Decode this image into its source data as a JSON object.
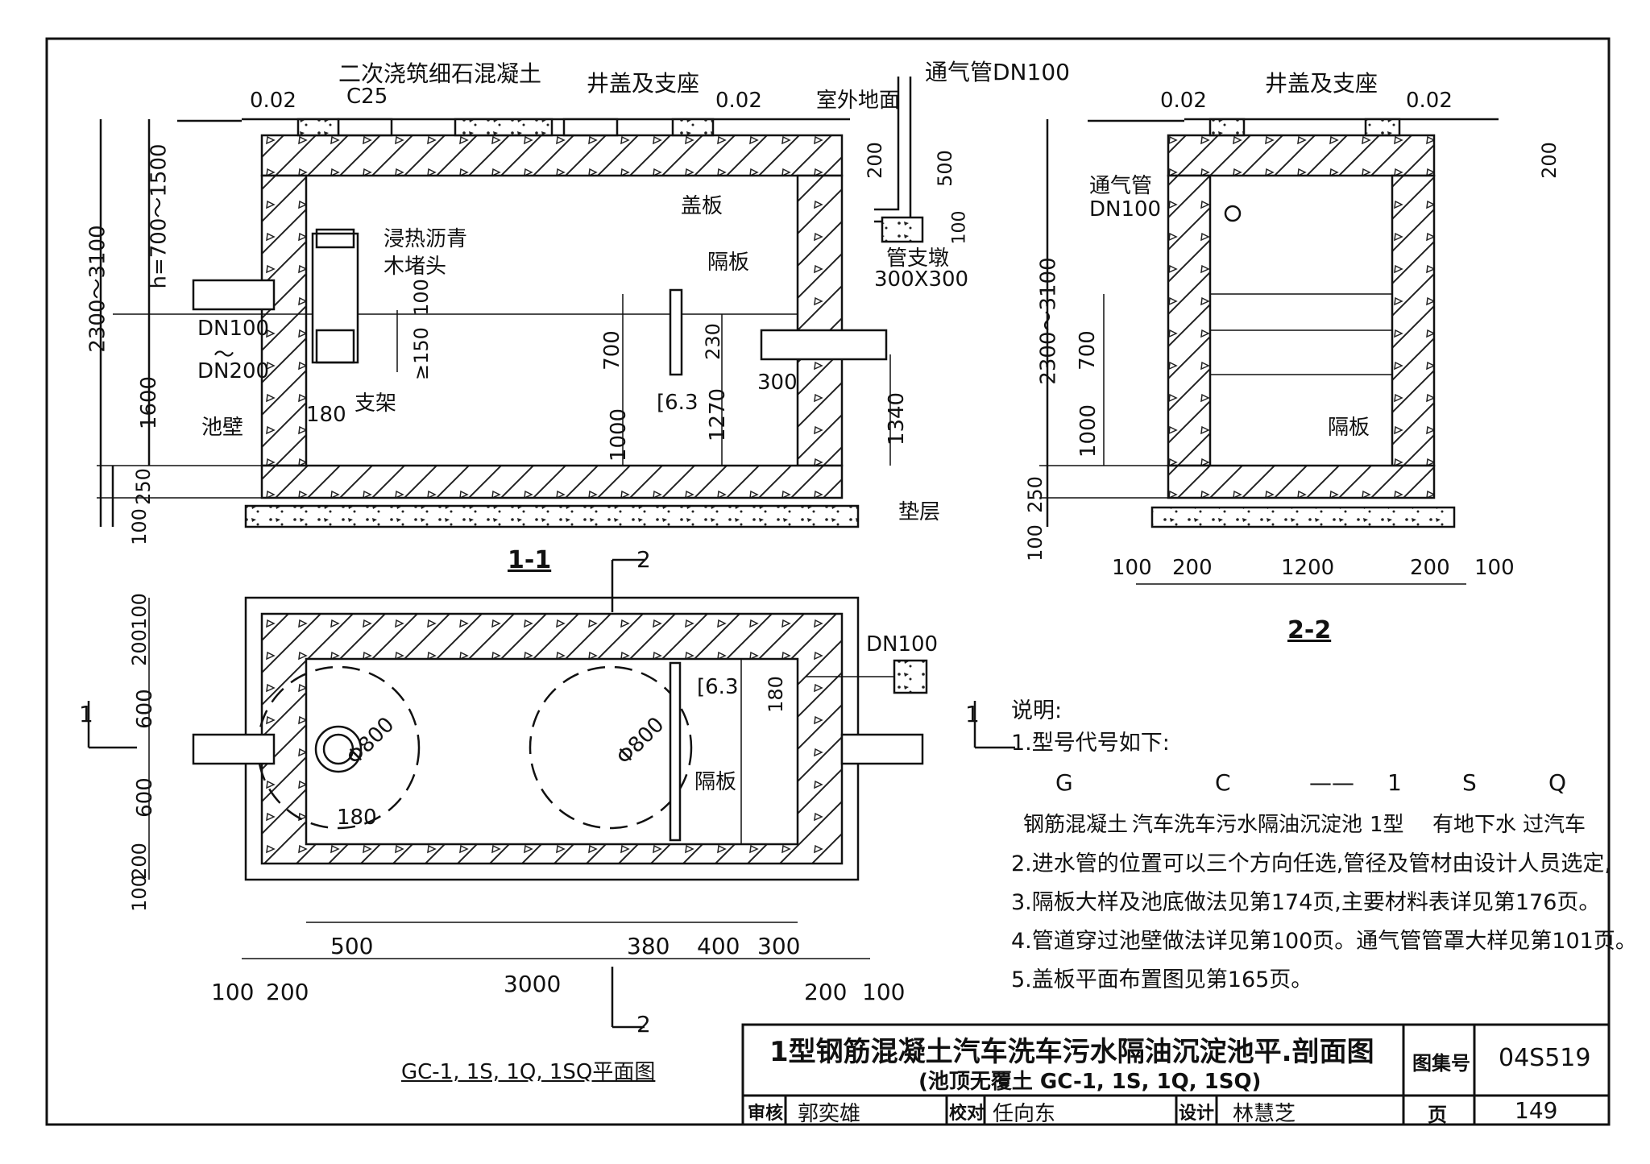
{
  "section_1_1": {
    "title": "1-1",
    "top_labels": {
      "secondary_concrete": "二次浇筑细石混凝土",
      "c25": "C25",
      "cover_support": "井盖及支座",
      "vent_pipe": "通气管DN100",
      "outdoor_ground": "室外地面",
      "elev_left": "0.02",
      "elev_mid": "0.02"
    },
    "left_dims": {
      "overall": "2300～3100",
      "h_range": "h=700～1500",
      "d1600": "1600",
      "d250": "250",
      "d100": "100"
    },
    "inlet": {
      "dn": "DN100",
      "tilde": "～",
      "dn2": "DN200",
      "plug_line1": "浸热沥青",
      "plug_line2": "木堵头",
      "d100": "100",
      "d150": "≥150",
      "d180": "180",
      "bracket": "支架",
      "wall": "池壁"
    },
    "center": {
      "baffle": "隔板",
      "d700": "700",
      "d1000": "1000",
      "channel": "[6.3",
      "d230": "230",
      "d1270": "1270",
      "d300": "300",
      "d1340": "1340",
      "cover_plate": "盖板",
      "bedding": "垫层"
    },
    "vent": {
      "d200": "200",
      "d500": "500",
      "d100": "100",
      "pier": "管支墩",
      "pier_size": "300X300"
    }
  },
  "section_2_2": {
    "title": "2-2",
    "cover_support": "井盖及支座",
    "elev_left": "0.02",
    "elev_right": "0.02",
    "d200_top": "200",
    "vent_line1": "通气管",
    "vent_line2": "DN100",
    "overall": "2300～3100",
    "d700": "700",
    "d1000": "1000",
    "d250": "250",
    "d100": "100",
    "baffle": "隔板",
    "bottom_dims": [
      "100",
      "200",
      "1200",
      "200",
      "100"
    ]
  },
  "plan": {
    "title": "GC-1, 1S, 1Q, 1SQ平面图",
    "section_mark_1": "1",
    "section_mark_2": "2",
    "dn100": "DN100",
    "channel": "[6.3",
    "d180_right": "180",
    "phi_left": "Φ800",
    "phi_right": "Φ800",
    "baffle": "隔板",
    "d180_left": "180",
    "left_dims": [
      "100",
      "200",
      "600",
      "600",
      "200",
      "100"
    ],
    "top_row_dims": [
      "500",
      "380",
      "400",
      "300"
    ],
    "bottom_row_dims": [
      "100",
      "200",
      "3000",
      "200",
      "100"
    ]
  },
  "notes": {
    "heading": "说明:",
    "item1": "1.型号代号如下:",
    "codes": [
      "G",
      "C",
      "——",
      "1",
      "S",
      "Q"
    ],
    "meanings": [
      "钢筋混凝土",
      "汽车洗车污水隔油沉淀池",
      "1型",
      "有地下水",
      "过汽车"
    ],
    "item2": "2.进水管的位置可以三个方向任选,管径及管材由设计人员选定,",
    "item3": "3.隔板大样及池底做法见第174页,主要材料表详见第176页。",
    "item4": "4.管道穿过池壁做法详见第100页。通气管管罩大样见第101页。",
    "item5": "5.盖板平面布置图见第165页。"
  },
  "title_block": {
    "main_title": "1型钢筋混凝土汽车洗车污水隔油沉淀池平.剖面图",
    "sub_title": "(池顶无覆土 GC-1, 1S, 1Q, 1SQ)",
    "atlas_label": "图集号",
    "atlas_no": "04S519",
    "page_label": "页",
    "page_no": "149",
    "review_label": "审核",
    "reviewer": "郭奕雄",
    "check_label": "校对",
    "checker": "任向东",
    "design_label": "设计",
    "designer": "林慧芝"
  }
}
